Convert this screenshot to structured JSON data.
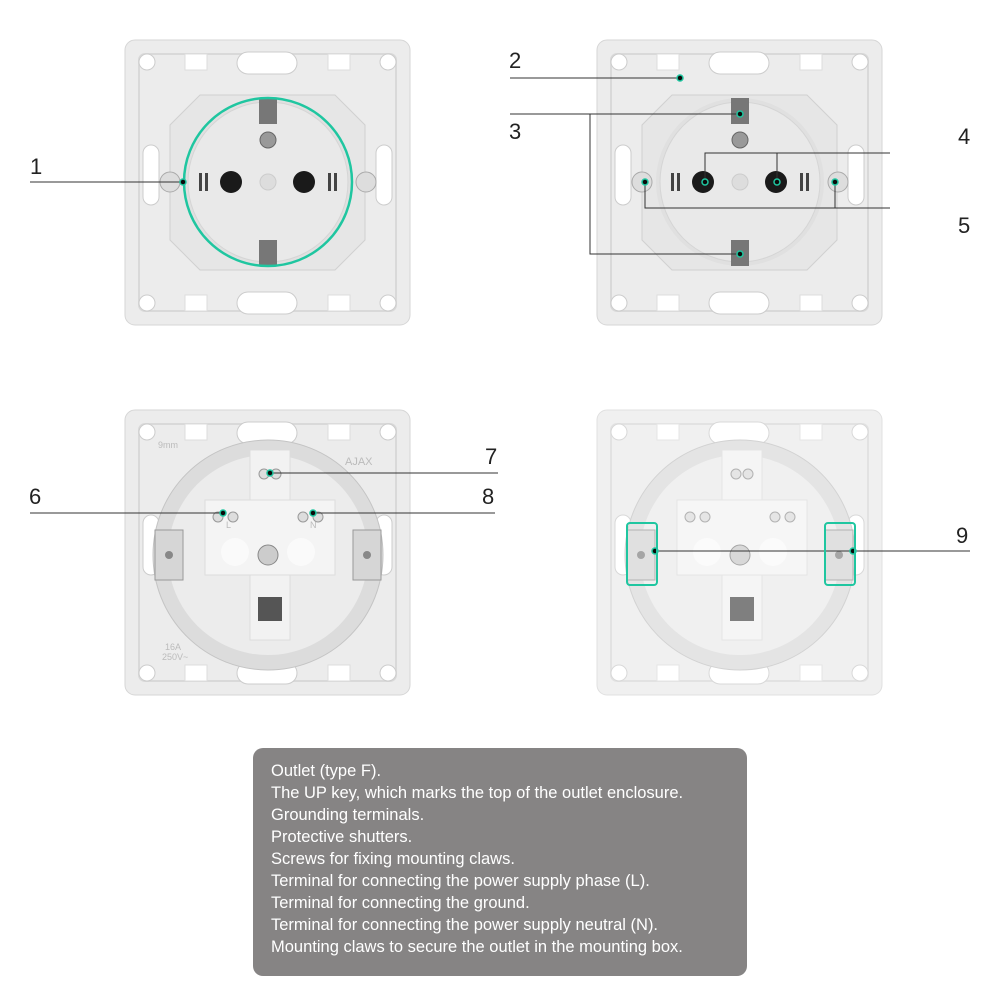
{
  "callouts": [
    "1",
    "2",
    "3",
    "4",
    "5",
    "6",
    "7",
    "8",
    "9"
  ],
  "legend": [
    "Outlet (type F).",
    "The UP key, which marks the top of the outlet enclosure.",
    "Grounding terminals.",
    "Protective shutters.",
    "Screws for fixing mounting claws.",
    "Terminal for connecting the power supply phase (L).",
    "Terminal for connecting the ground.",
    "Terminal for connecting the power supply neutral (N).",
    "Mounting claws to secure the outlet in the mounting box."
  ],
  "product_markings": {
    "strip": "9mm",
    "brand": "AJAX",
    "rating_1": "16A",
    "rating_2": "250V~",
    "phase": "L",
    "neutral": "N"
  },
  "colors": {
    "accent": "#1fc6a0",
    "legend_bg": "#868484",
    "device": "#ececec"
  }
}
